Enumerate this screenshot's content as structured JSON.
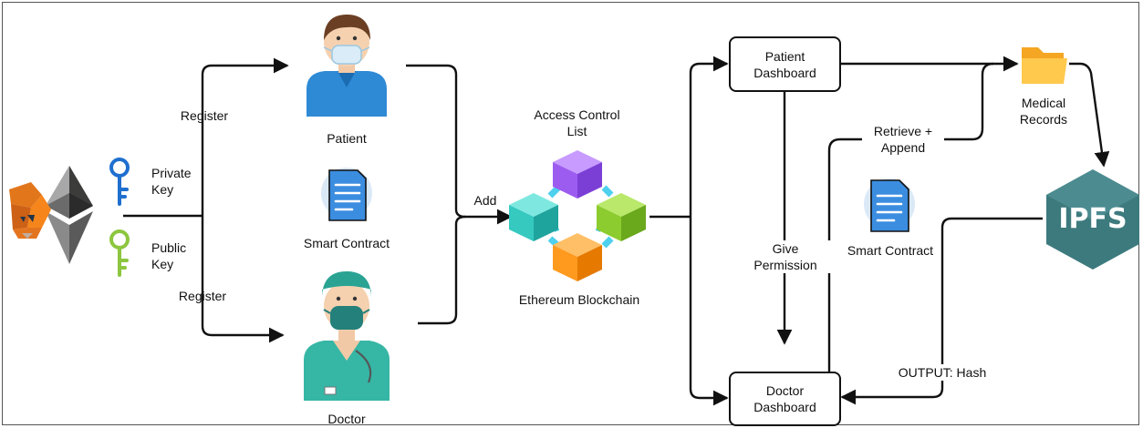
{
  "labels": {
    "register_top": "Register",
    "register_bottom": "Register",
    "private_key": "Private\nKey",
    "public_key": "Public\nKey",
    "patient": "Patient",
    "smart_contract_left": "Smart Contract",
    "doctor": "Doctor",
    "add": "Add",
    "acl": "Access Control\nList",
    "ethereum": "Ethereum Blockchain",
    "patient_dashboard": "Patient\nDashboard",
    "doctor_dashboard": "Doctor\nDashboard",
    "give_permission": "Give\nPermission",
    "retrieve_append": "Retrieve +\nAppend",
    "smart_contract_right": "Smart Contract",
    "medical_records": "Medical\nRecords",
    "ipfs": "IPFS",
    "output_hash": "OUTPUT: Hash"
  },
  "icons": {
    "private_key_color": "#1f6fcf",
    "public_key_color": "#8cc63f",
    "metamask": "metamask-fox-icon",
    "ethereum": "ethereum-logo-icon",
    "contract": "document-icon",
    "folder": "folder-icon",
    "ipfs_hex": "#3d7a7e"
  }
}
